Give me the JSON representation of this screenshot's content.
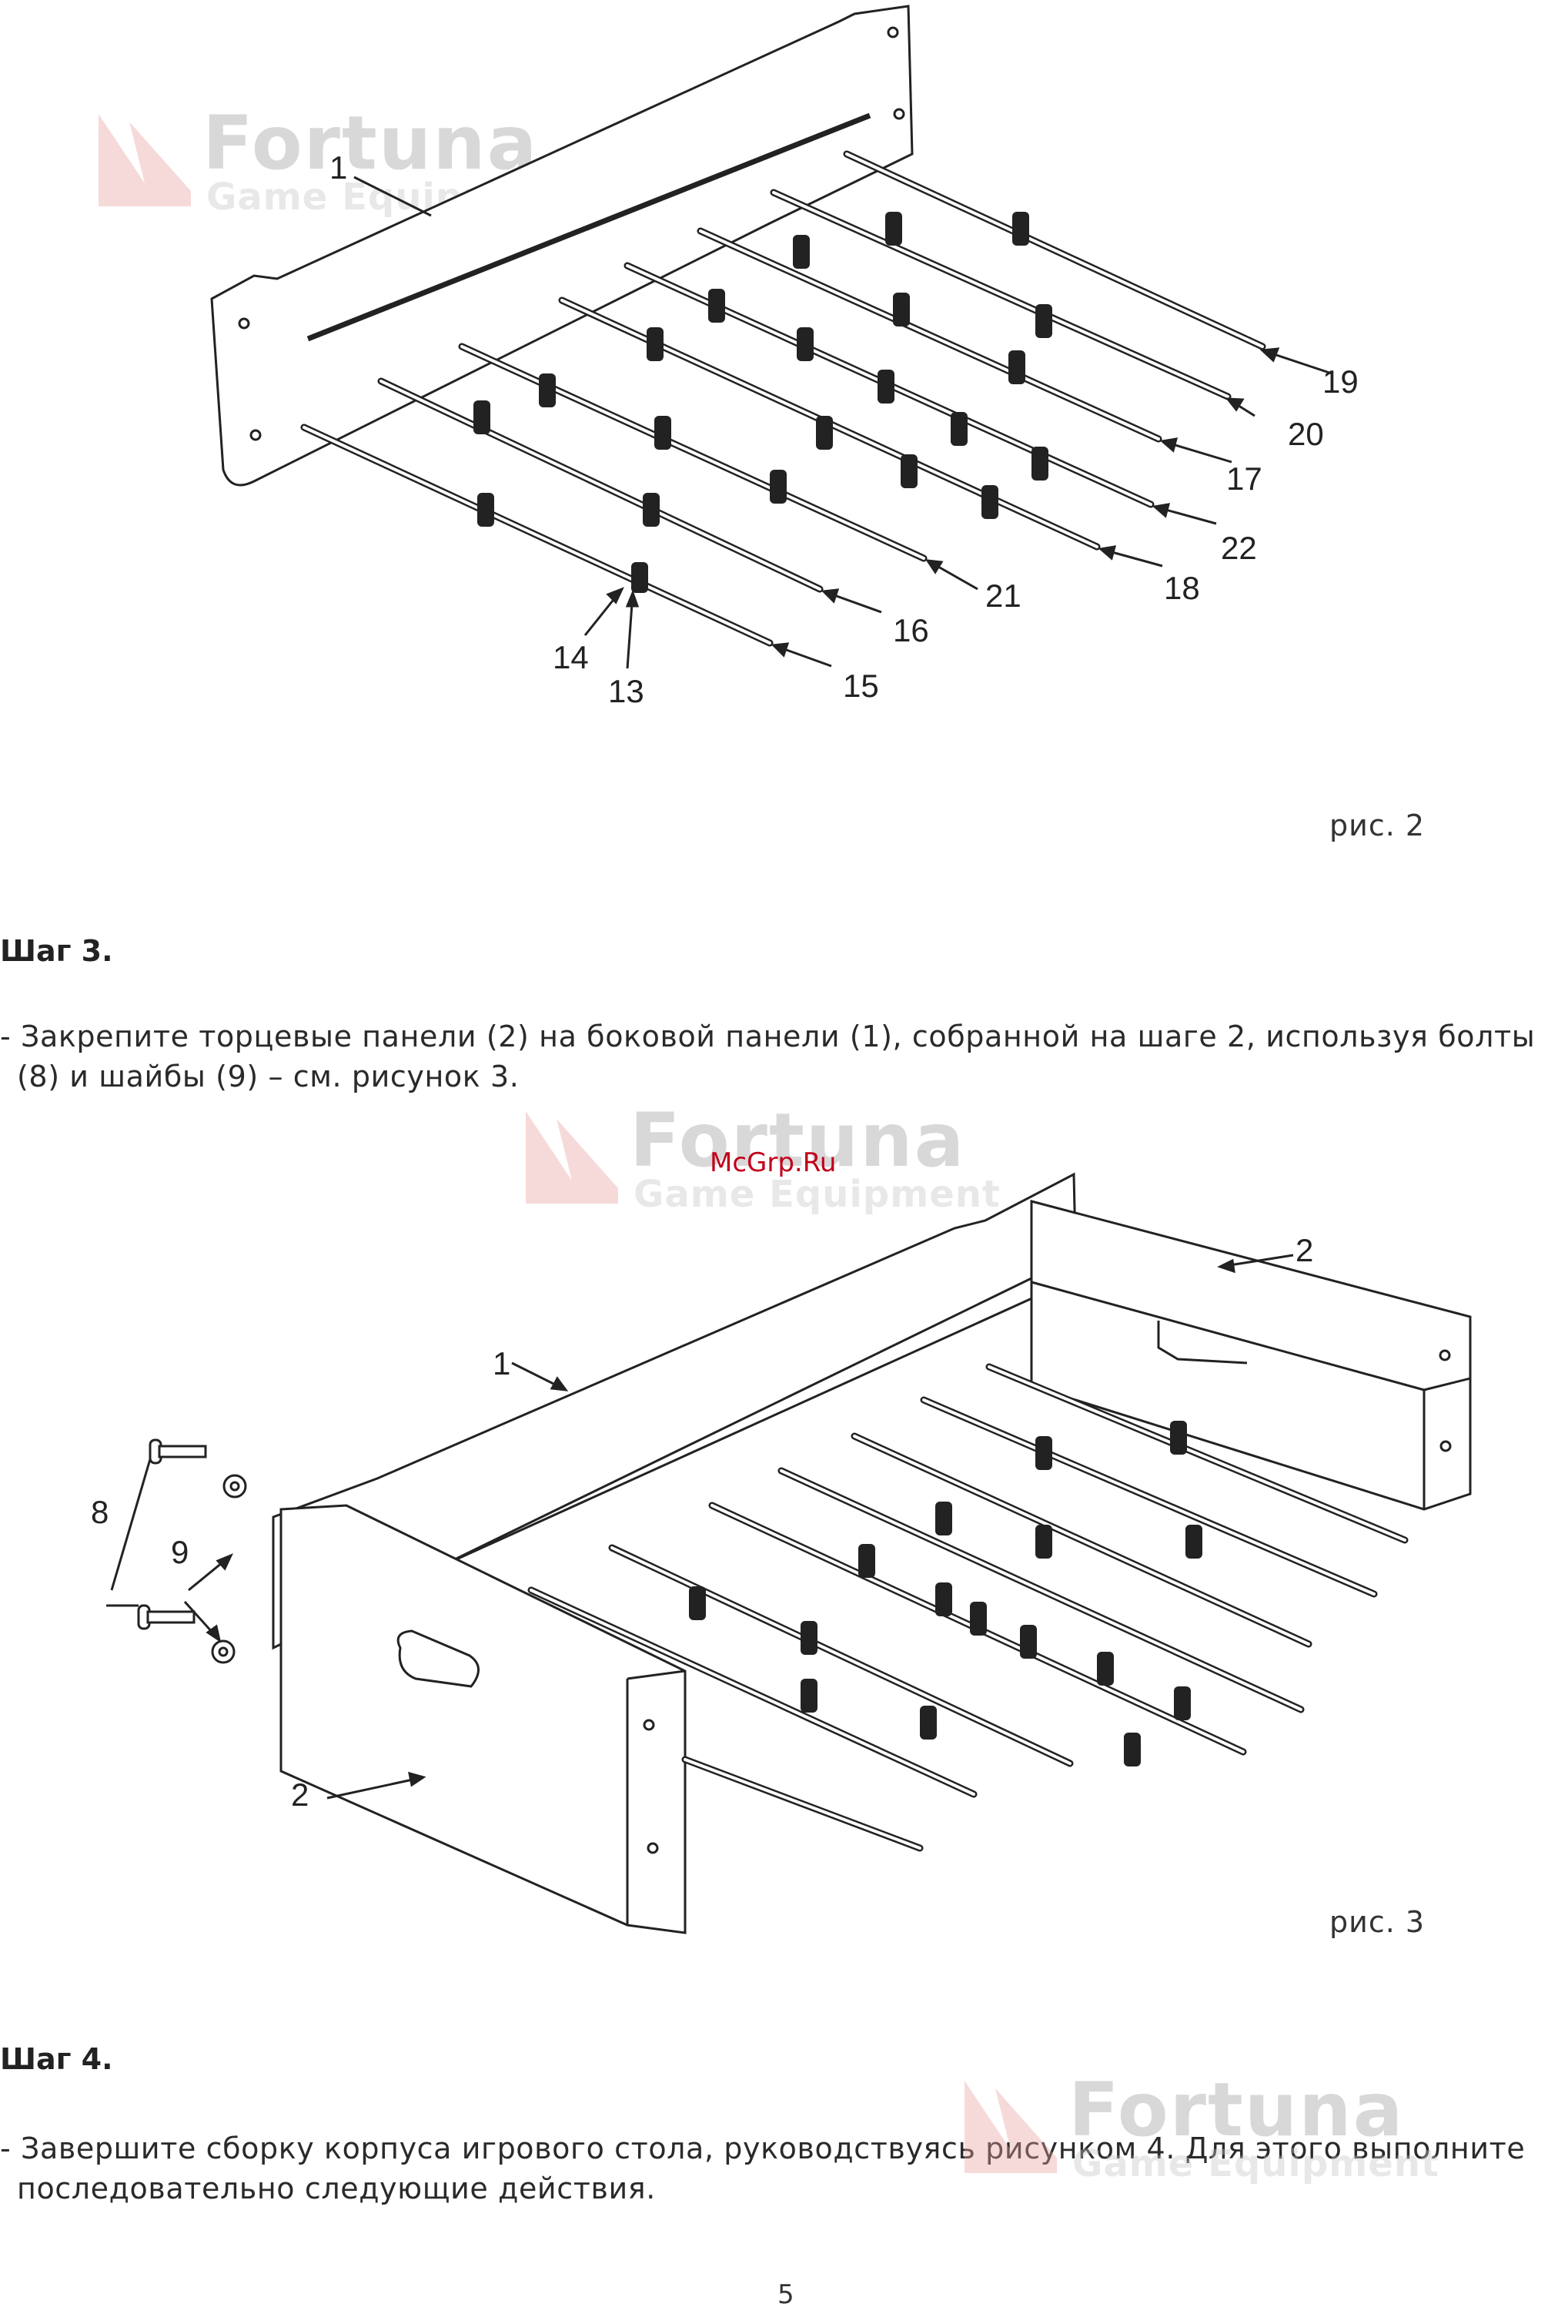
{
  "watermark": {
    "brand": "Fortuna",
    "tagline": "Game Equipment",
    "logo_color": "#e8a0a0",
    "site": "McGrp.Ru",
    "site_color": "#c0001a"
  },
  "figure2": {
    "caption": "рис. 2",
    "callouts": [
      "1",
      "19",
      "20",
      "17",
      "22",
      "18",
      "21",
      "16",
      "14",
      "13",
      "15"
    ]
  },
  "step3": {
    "heading": "Шаг 3.",
    "text_line1": "- Закрепите торцевые панели (2) на боковой панели (1), собранной на шаге 2, используя болты",
    "text_line2": "(8) и шайбы (9) – см. рисунок 3."
  },
  "figure3": {
    "caption": "рис. 3",
    "callouts": [
      "2",
      "1",
      "8",
      "9",
      "2"
    ]
  },
  "step4": {
    "heading": "Шаг 4.",
    "text_line1": "- Завершите сборку корпуса игрового стола, руководствуясь рисунком 4. Для этого выполните",
    "text_line2": "последовательно следующие действия."
  },
  "page_number": "5"
}
